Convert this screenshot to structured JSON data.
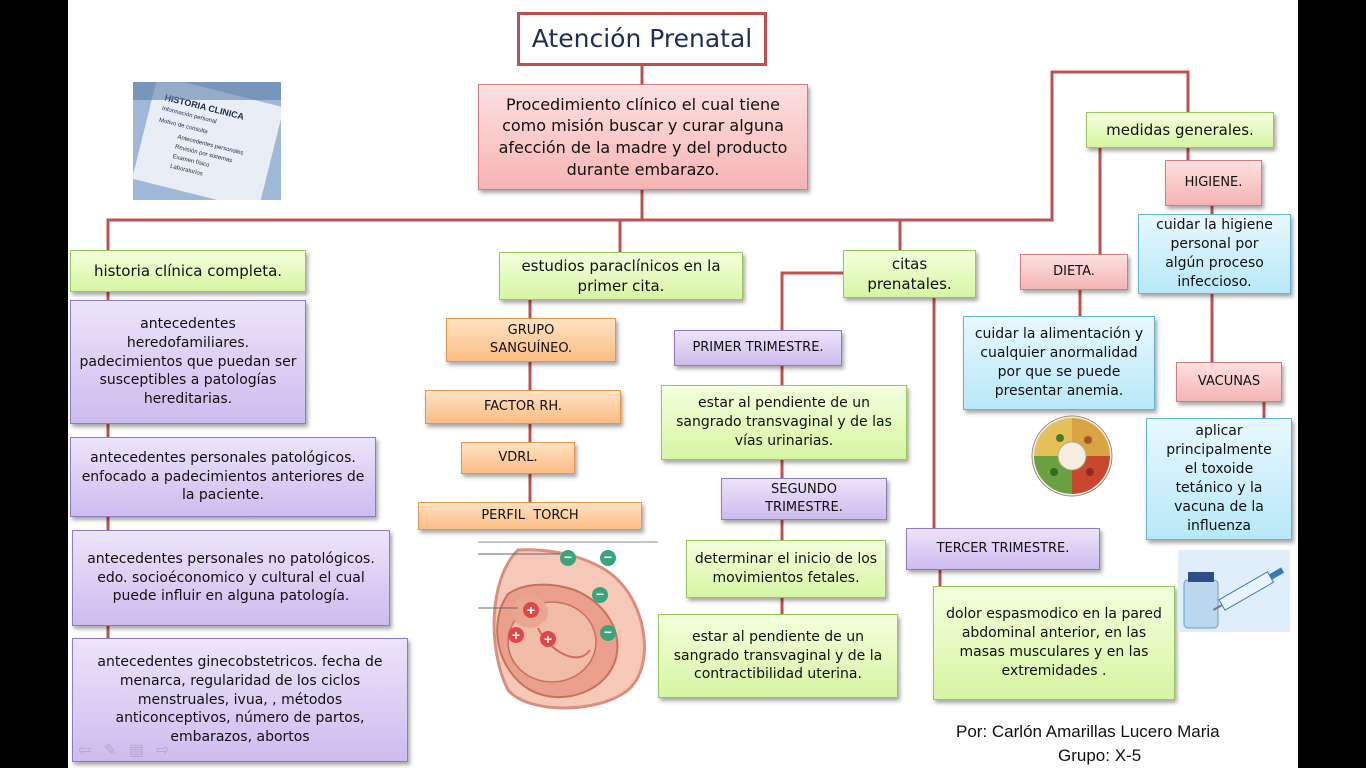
{
  "title": "Atención Prenatal",
  "definition": "Procedimiento clínico el cual tiene como misión buscar y curar alguna afección de la madre y del producto durante embarazo.",
  "clinical_form_image": {
    "lines": [
      "HISTORIA CLINICA",
      "Información personal",
      "Motivo de consulta",
      "Antecedentes personales",
      "Revisión por sistemas",
      "Examen físico",
      "Laboratorios"
    ]
  },
  "historia": {
    "heading": "historia clínica completa.",
    "items": [
      "antecedentes heredofamiliares. padecimientos que puedan ser susceptibles a patologías hereditarias.",
      "antecedentes personales patológicos. enfocado a padecimientos anteriores de la paciente.",
      "antecedentes personales no patológicos. edo. socioéconomico y cultural el cual puede influir en alguna patología.",
      "antecedentes ginecobstetricos. fecha de menarca, regularidad de los ciclos menstruales, ivua, , métodos anticonceptivos, número de partos, embarazos, abortos"
    ]
  },
  "estudios": {
    "heading": "estudios paraclínicos en la primer cita.",
    "items": [
      "GRUPO SANGUÍNEO.",
      "FACTOR RH.",
      "VDRL.",
      "PERFIL  TORCH"
    ]
  },
  "citas": {
    "heading": "citas prenatales.",
    "first_trimester": "PRIMER TRIMESTRE.",
    "first_note": "estar al pendiente de un sangrado transvaginal y de las vías urinarias.",
    "second_trimester": "SEGUNDO TRIMESTRE.",
    "second_note_1": "determinar el inicio de los movimientos fetales.",
    "second_note_2": "estar al pendiente de un sangrado transvaginal y de la contractibilidad uterina.",
    "third_trimester": "TERCER TRIMESTRE.",
    "third_note": "dolor espasmodico en la pared abdominal  anterior, en las masas musculares y en las extremidades ."
  },
  "medidas": {
    "heading": "medidas generales.",
    "higiene": "HIGIENE.",
    "higiene_note": "cuidar la higiene personal por algún proceso infeccioso.",
    "dieta": "DIETA.",
    "dieta_note": "cuidar la alimentación y cualquier anormalidad por que se puede presentar anemia.",
    "vacunas": "VACUNAS",
    "vacunas_note": "aplicar principalmente el toxoide tetánico y la vacuna de la influenza"
  },
  "author": "Por: Carlón Amarillas Lucero Maria",
  "group": "Grupo: X-5",
  "colors": {
    "connector": "#c0504d",
    "title_border": "#c0504d",
    "title_text": "#1f2d5a"
  },
  "icons": [
    "clinical-form-image",
    "pregnancy-illustration",
    "food-plate-image",
    "vaccine-syringe-image",
    "nav-back-icon",
    "pen-icon",
    "menu-icon",
    "nav-forward-icon"
  ]
}
